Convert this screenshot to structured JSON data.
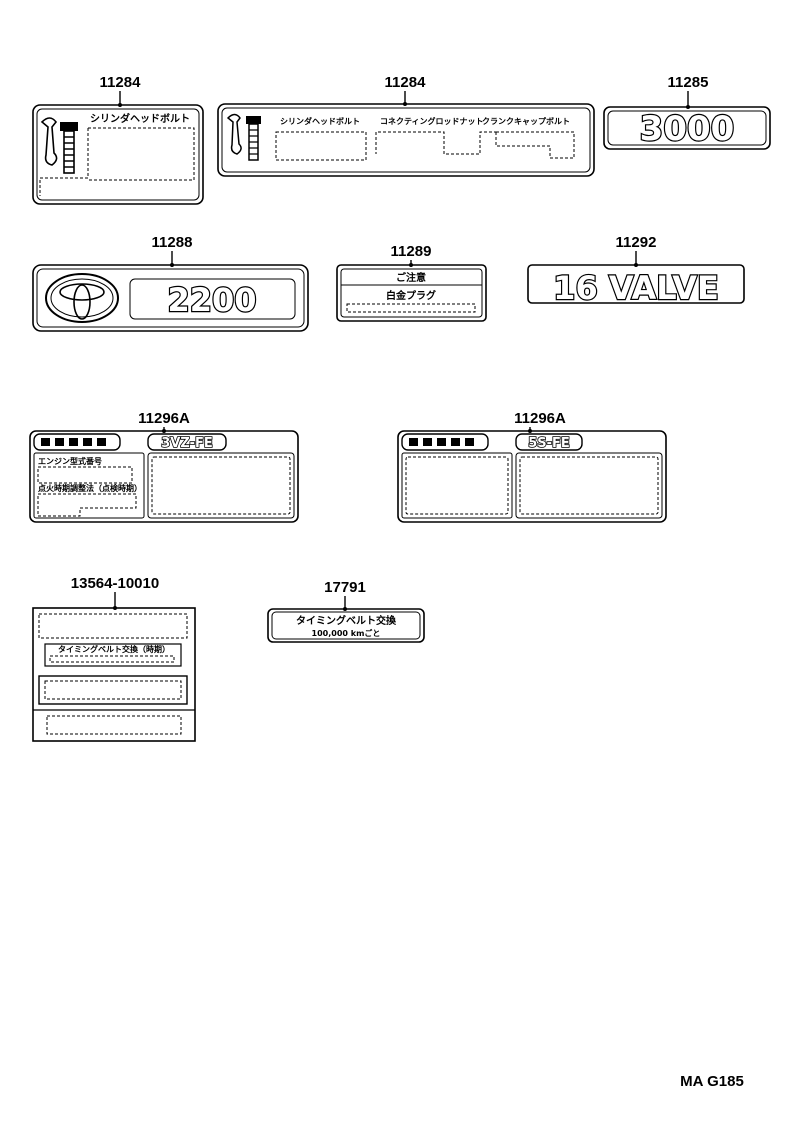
{
  "labels": [
    {
      "part_no": "11284",
      "text": "シリンダヘッドボルト"
    },
    {
      "part_no": "11284",
      "texts": [
        "シリンダヘッドボルト",
        "コネクティングロッドナット",
        "クランクキャップボルト"
      ]
    },
    {
      "part_no": "11285",
      "text": "3000"
    },
    {
      "part_no": "11288",
      "text": "2200"
    },
    {
      "part_no": "11289",
      "texts": [
        "ご注意",
        "白金プラグ"
      ]
    },
    {
      "part_no": "11292",
      "text": "16 VALVE"
    },
    {
      "part_no": "11296A",
      "engine": "3VZ-FE",
      "rows": [
        "エンジン型式番号",
        "点火時期調整法（点検時期）"
      ]
    },
    {
      "part_no": "11296A",
      "engine": "5S-FE"
    },
    {
      "part_no": "13564-10010",
      "text": "タイミングベルト交換（時期）"
    },
    {
      "part_no": "17791",
      "texts": [
        "タイミングベルト交換",
        "100,000 kmごと"
      ]
    }
  ],
  "ref_code": "MA G185",
  "icons": {
    "wrench_bolt": "wrench-bolt-icon",
    "toyota_emblem": "toyota-emblem-icon"
  }
}
